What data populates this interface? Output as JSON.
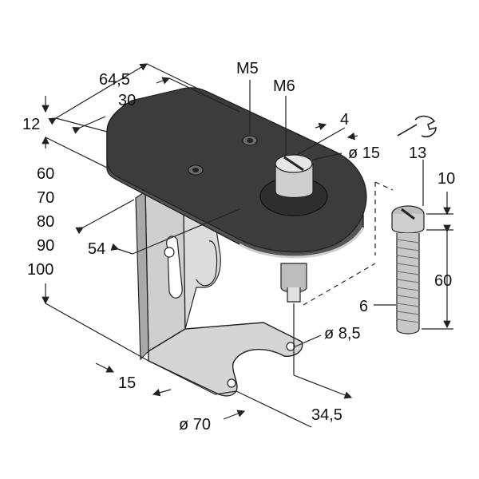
{
  "labels": {
    "d64_5": "64,5",
    "d30": "30",
    "dM5": "M5",
    "dM6": "M6",
    "d4": "4",
    "d15dia": "ø 15",
    "d13": "13",
    "d10": "10",
    "d12": "12",
    "d60a": "60",
    "d70": "70",
    "d80": "80",
    "d90": "90",
    "d100": "100",
    "d54": "54",
    "d60b": "60",
    "d6": "6",
    "d8_5": "ø 8,5",
    "d15": "15",
    "d70dia": "ø 70",
    "d34_5": "34,5"
  },
  "colors": {
    "housing_top": "#3c3c3c",
    "housing_side": "#555555",
    "bracket": "#cfcfcf",
    "bracket_shade": "#a9a9a9",
    "screw": "#bdbdbd"
  }
}
